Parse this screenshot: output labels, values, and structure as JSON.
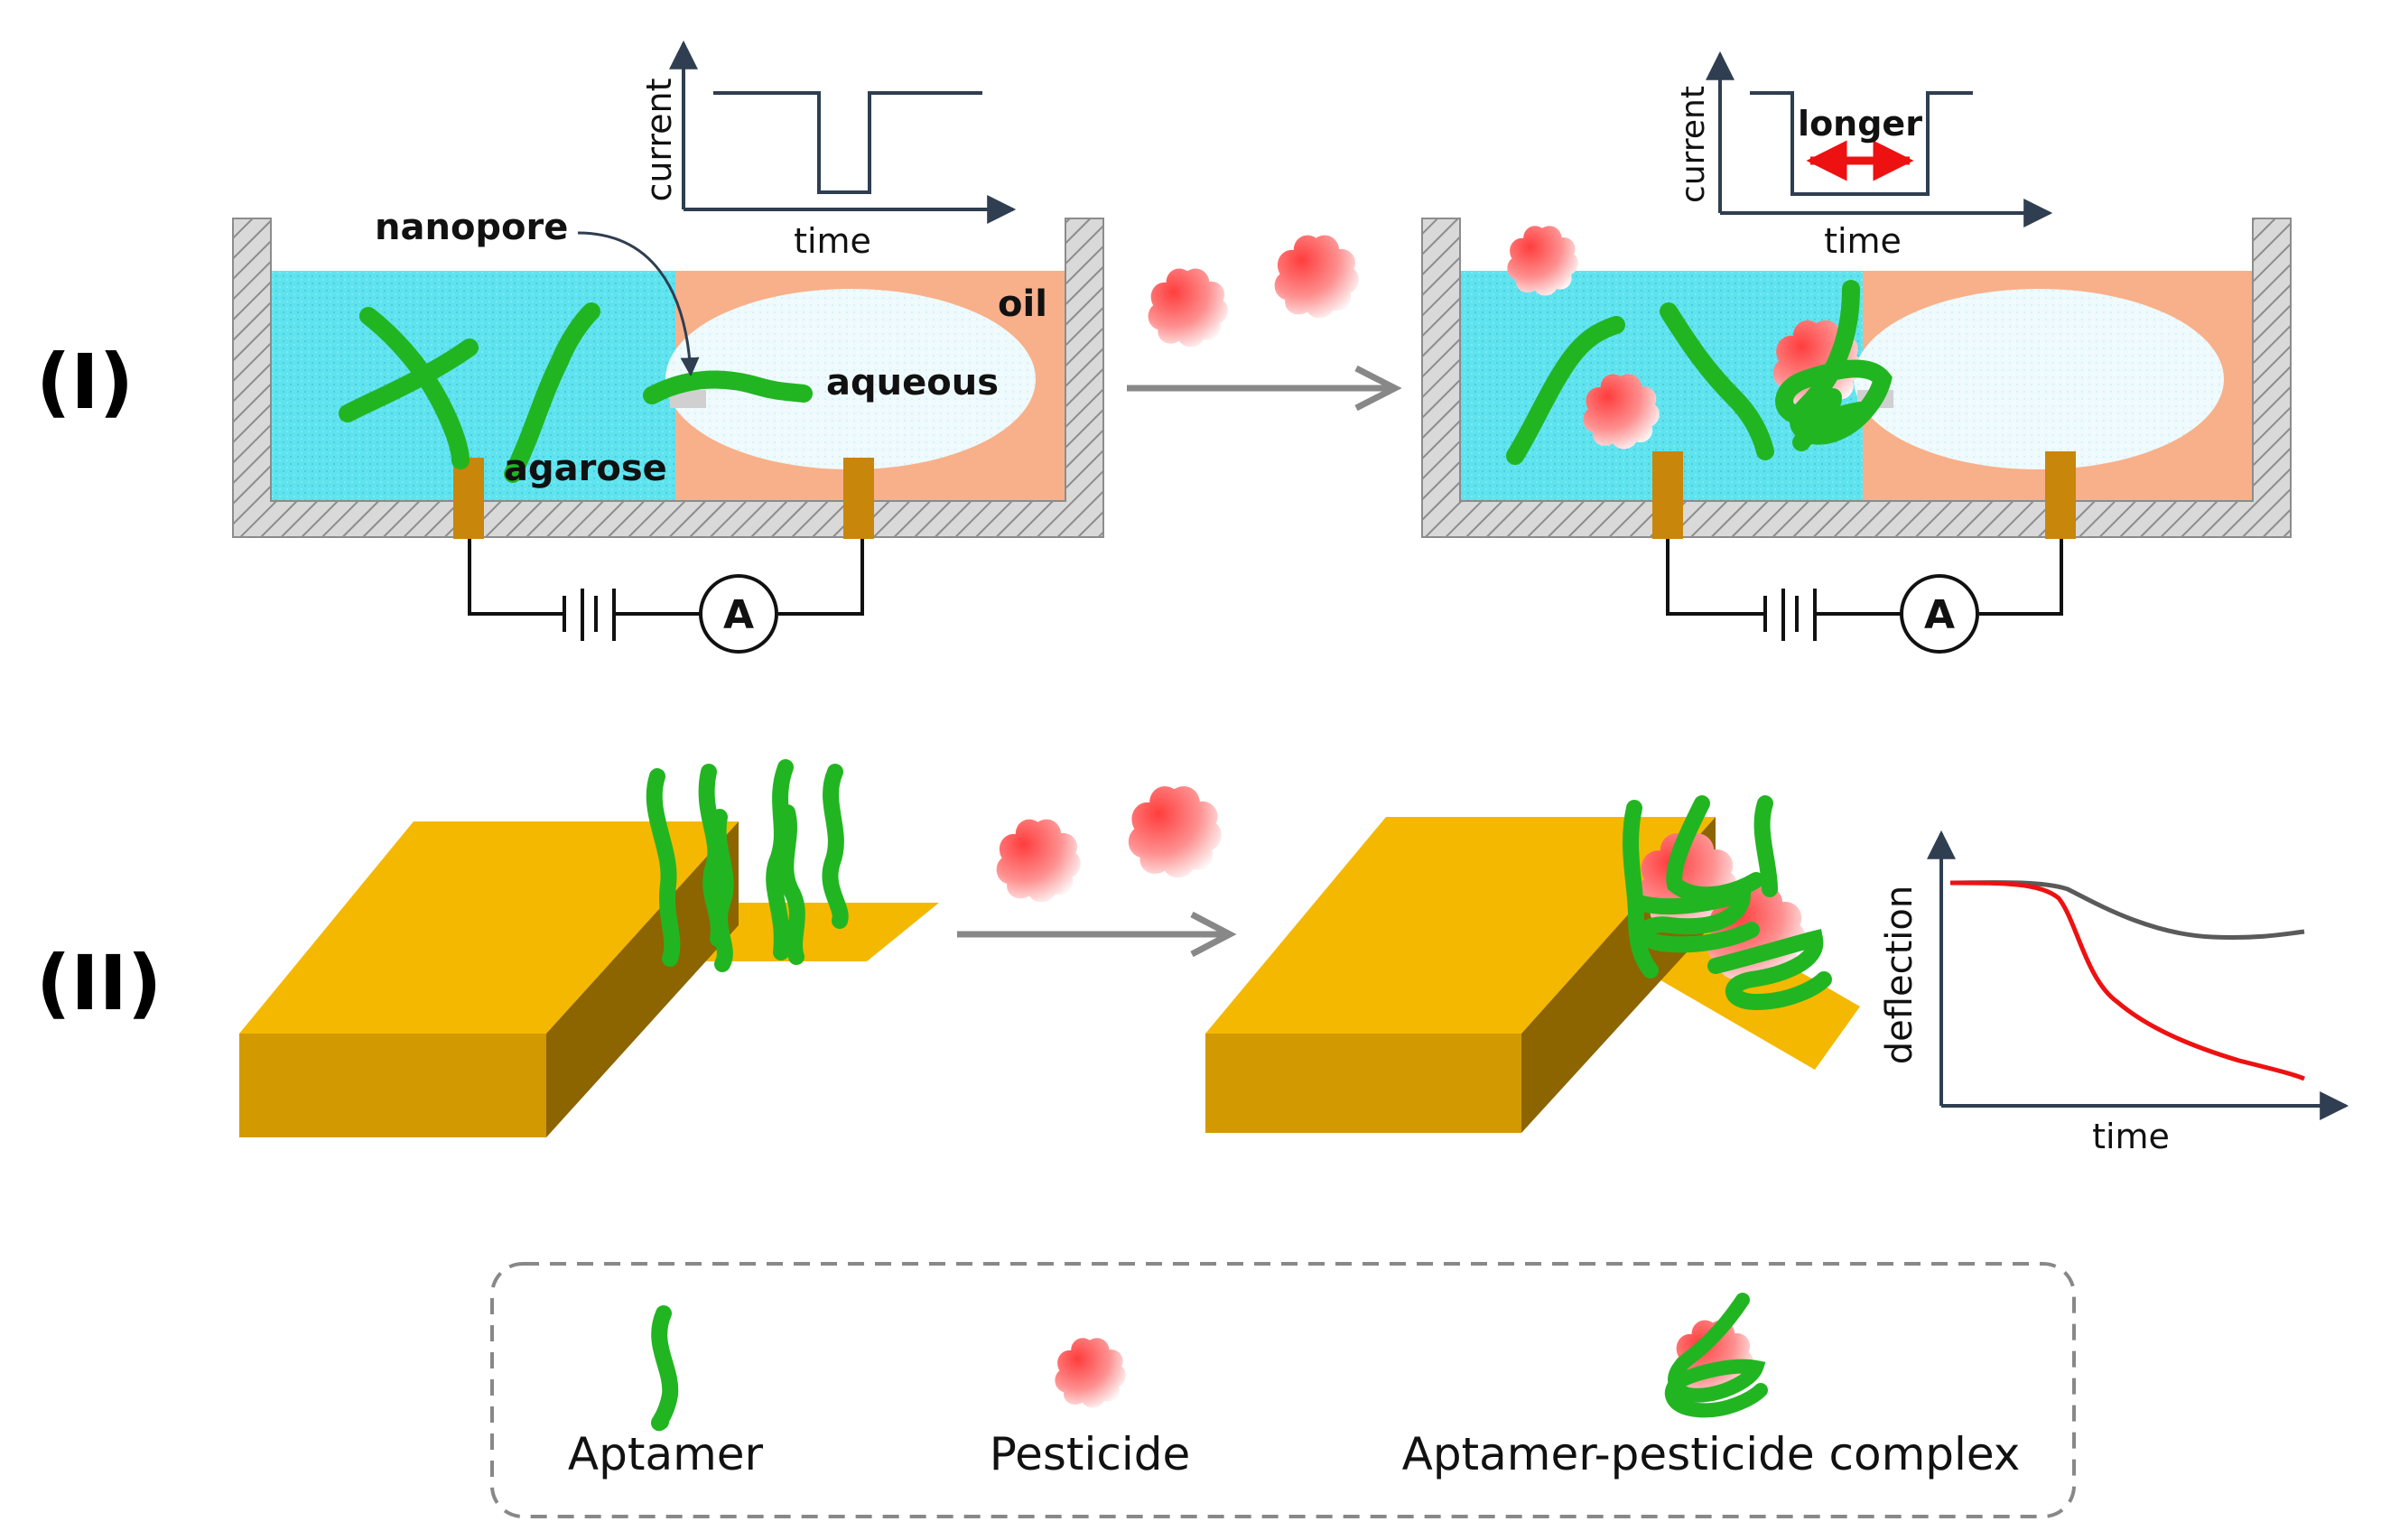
{
  "panel_labels": {
    "panel1": "(I)",
    "panel2": "(II)"
  },
  "nanopore": {
    "label_nanopore": "nanopore",
    "label_oil": "oil",
    "label_aqueous": "aqueous",
    "label_agarose": "agarose",
    "ammeter_symbol": "A"
  },
  "current_plot_1": {
    "ylabel": "current",
    "xlabel": "time"
  },
  "current_plot_2": {
    "ylabel": "current",
    "xlabel": "time",
    "annotation": "longer"
  },
  "deflection_plot": {
    "ylabel": "deflection",
    "xlabel": "time"
  },
  "legend": {
    "aptamer": "Aptamer",
    "pesticide": "Pesticide",
    "complex": "Aptamer-pesticide complex"
  },
  "colors": {
    "aptamer_green": "#22b522",
    "agarose_cyan": "#5fe3ee",
    "oil_orange": "#f8b08a",
    "gold": "#f5b800",
    "gold_dark": "#8c6500",
    "arrow_red": "#ee1111",
    "curve_gray": "#5a5a5a",
    "axis_dark": "#2f3e50"
  },
  "chart_data": {
    "type": "line",
    "xlabel": "time",
    "ylabel": "deflection",
    "series": [
      {
        "values": [
          0.0,
          0.0,
          -0.05,
          -0.13,
          -0.18,
          -0.18,
          -0.17
        ]
      },
      {
        "values": [
          0.0,
          0.0,
          -0.02,
          -0.25,
          -0.6,
          -0.8,
          -0.9,
          -0.95
        ]
      }
    ]
  }
}
